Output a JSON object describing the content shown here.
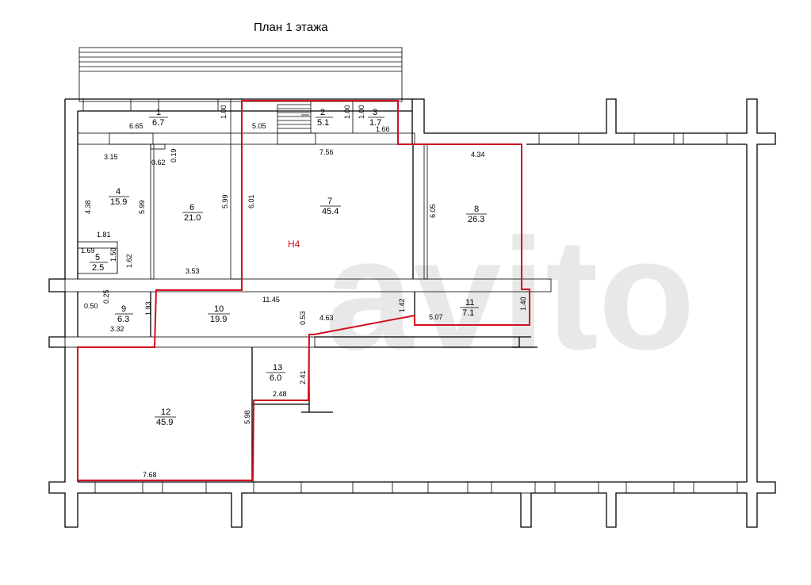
{
  "title": "План 1 этажа",
  "watermark": "avito",
  "zone_label": "Н4",
  "rooms": [
    {
      "num": "1",
      "area": "6.7"
    },
    {
      "num": "2",
      "area": "5.1"
    },
    {
      "num": "3",
      "area": "1.7"
    },
    {
      "num": "4",
      "area": "15.9"
    },
    {
      "num": "5",
      "area": "2.5"
    },
    {
      "num": "6",
      "area": "21.0"
    },
    {
      "num": "7",
      "area": "45.4"
    },
    {
      "num": "8",
      "area": "26.3"
    },
    {
      "num": "9",
      "area": "6.3"
    },
    {
      "num": "10",
      "area": "19.9"
    },
    {
      "num": "11",
      "area": "7.1"
    },
    {
      "num": "12",
      "area": "45.9"
    },
    {
      "num": "13",
      "area": "6.0"
    }
  ],
  "dimensions": [
    "6.65",
    "1.00",
    "5.05",
    "1.00",
    "1.00",
    "1.66",
    "3.15",
    "0.62",
    "0.19",
    "7.56",
    "4.34",
    "4.38",
    "5.99",
    "5.99",
    "6.01",
    "6.05",
    "1.81",
    "1.69",
    "1.50",
    "1.62",
    "3.53",
    "11.45",
    "0.25",
    "0.50",
    "1.93",
    "1.42",
    "1.40",
    "5.07",
    "4.63",
    "0.53",
    "3.32",
    "2.41",
    "2.48",
    "5.98",
    "7.68"
  ],
  "colors": {
    "wall": "#000000",
    "highlight": "#d01020",
    "watermark": "#e8e8e8"
  }
}
